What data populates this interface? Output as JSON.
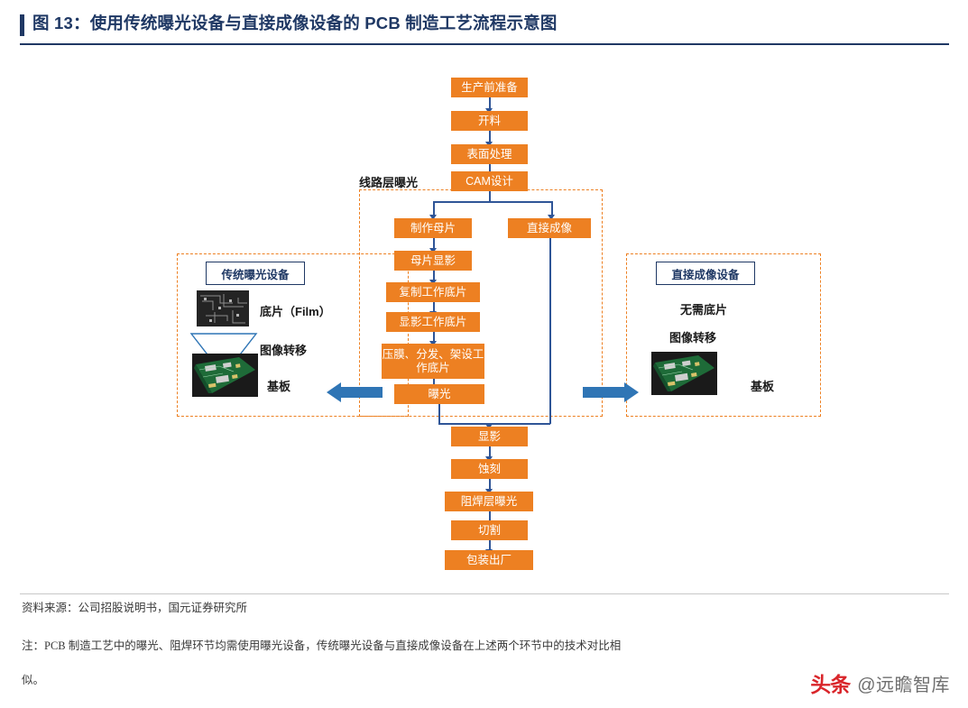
{
  "header": {
    "figure_label": "图 13：",
    "title": "图 13：使用传统曝光设备与直接成像设备的 PCB 制造工艺流程示意图",
    "accent_color": "#1f3864"
  },
  "footer": {
    "source": "资料来源：公司招股说明书，国元证券研究所",
    "note_line1": "注：PCB 制造工艺中的曝光、阻焊环节均需使用曝光设备，传统曝光设备与直接成像设备在上述两个环节中的技术对比相",
    "note_line2": "似。"
  },
  "watermark": {
    "logo": "头条",
    "text": "@远瞻智库"
  },
  "diagram": {
    "section_label": "线路层曝光",
    "accent_orange": "#ED8022",
    "accent_blue": "#1f3864",
    "arrow_blue": "#2f75b5",
    "main_flow_top": [
      {
        "id": "prep",
        "label": "生产前准备"
      },
      {
        "id": "cut",
        "label": "开料"
      },
      {
        "id": "surface",
        "label": "表面处理"
      },
      {
        "id": "cam",
        "label": "CAM设计"
      }
    ],
    "traditional_branch": [
      {
        "id": "master",
        "label": "制作母片"
      },
      {
        "id": "develop-master",
        "label": "母片显影"
      },
      {
        "id": "copy-work",
        "label": "复制工作底片"
      },
      {
        "id": "develop-work",
        "label": "显影工作底片"
      },
      {
        "id": "laminate",
        "label": "压膜、分发、架设工作底片"
      },
      {
        "id": "expose",
        "label": "曝光"
      }
    ],
    "direct_branch": [
      {
        "id": "direct-imaging",
        "label": "直接成像"
      }
    ],
    "main_flow_bottom": [
      {
        "id": "develop",
        "label": "显影"
      },
      {
        "id": "etch",
        "label": "蚀刻"
      },
      {
        "id": "solder-expose",
        "label": "阻焊层曝光"
      },
      {
        "id": "dice",
        "label": "切割"
      },
      {
        "id": "pack",
        "label": "包装出厂"
      }
    ],
    "left_panel": {
      "title": "传统曝光设备",
      "items": [
        {
          "id": "film",
          "label": "底片（Film）",
          "image": "film-photo"
        },
        {
          "id": "transfer",
          "label": "图像转移",
          "image": "funnel-shape"
        },
        {
          "id": "substrate",
          "label": "基板",
          "image": "pcb-photo"
        }
      ]
    },
    "right_panel": {
      "title": "直接成像设备",
      "items": [
        {
          "id": "no-film",
          "label": "无需底片"
        },
        {
          "id": "transfer",
          "label": "图像转移"
        },
        {
          "id": "substrate",
          "label": "基板",
          "image": "pcb-photo"
        }
      ]
    }
  }
}
